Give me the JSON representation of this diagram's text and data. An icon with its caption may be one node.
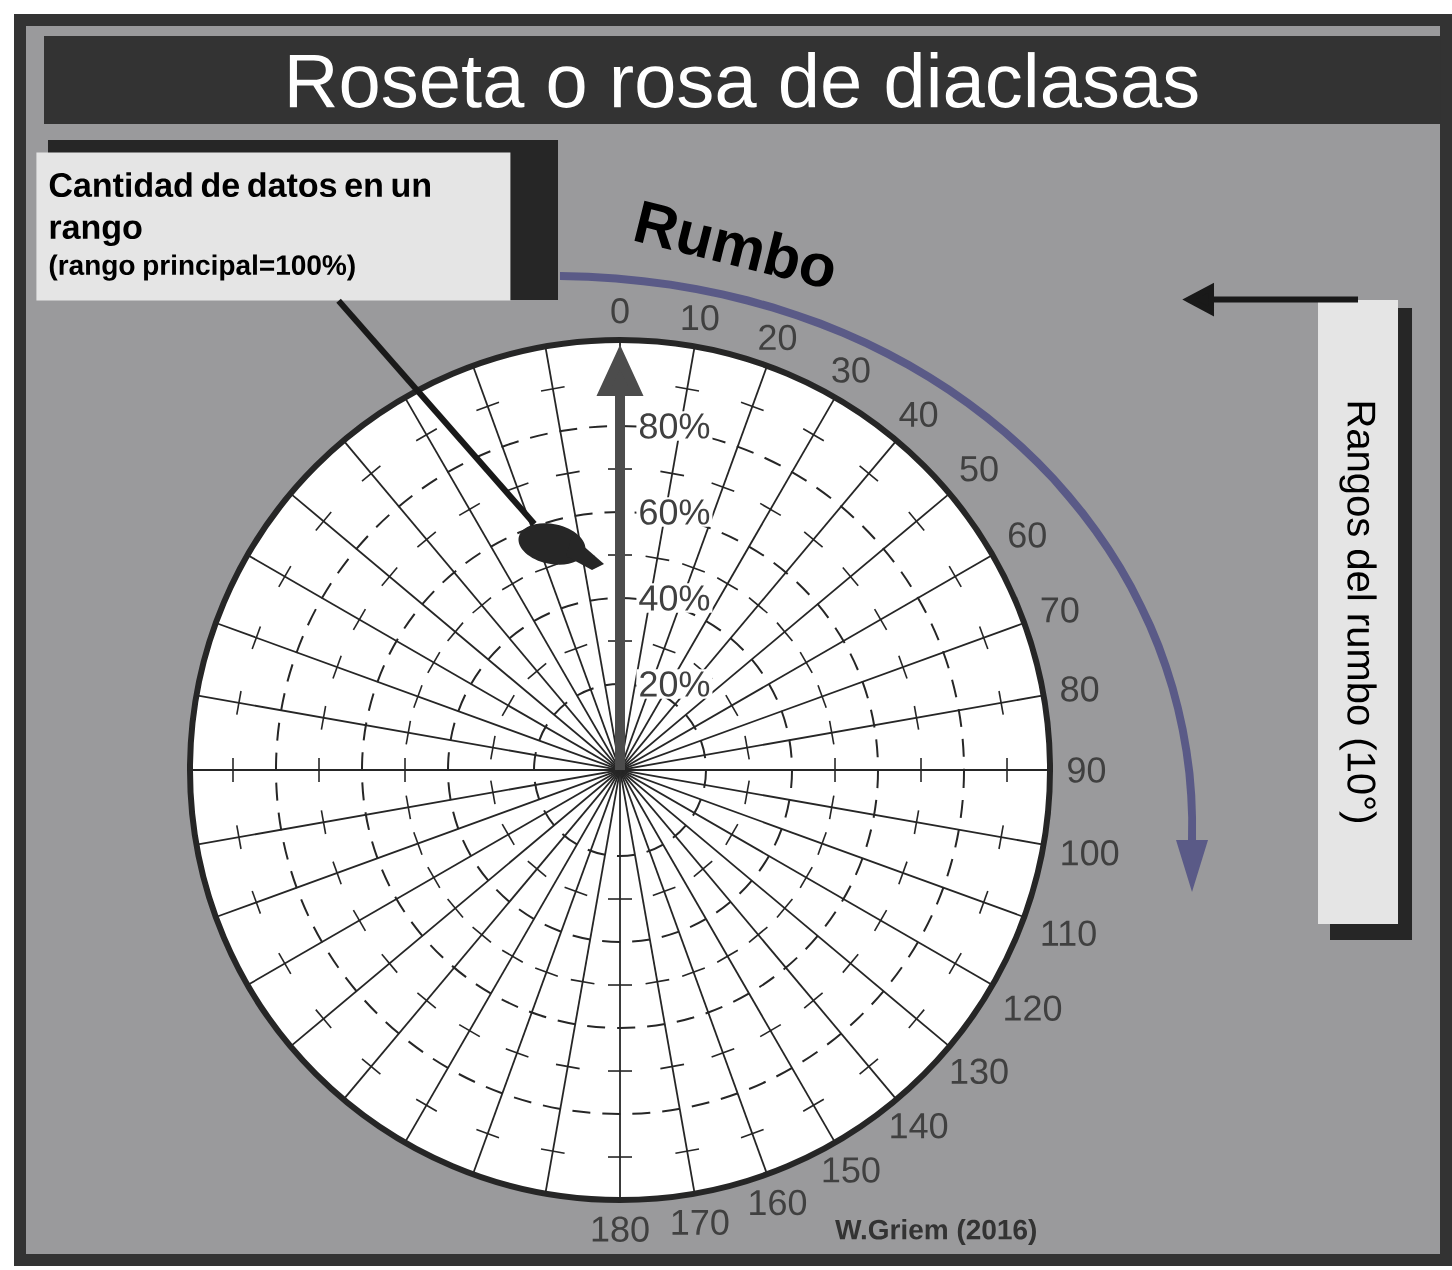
{
  "diagram": {
    "title": "Roseta o rosa de diaclasas",
    "nodes": [
      {
        "text": [
          "Cantidad de datos en un rango",
          "(rango principal=100%)"
        ]
      },
      {
        "text": [],
        "shape": "circle"
      },
      {
        "text": [
          "Rangos del rumbo (10°)"
        ]
      }
    ],
    "edges": [
      {
        "from": 0,
        "to": 1,
        "arrow": "none"
      },
      {
        "from": 2,
        "to": null,
        "arrow": "to"
      }
    ],
    "labels": [
      "Rumbo",
      "0",
      "10",
      "20",
      "30",
      "40",
      "50",
      "60",
      "70",
      "80",
      "90",
      "100",
      "110",
      "120",
      "130",
      "140",
      "150",
      "160",
      "170",
      "180",
      "80%",
      "60%",
      "40%",
      "20%",
      "W.Griem (2016)"
    ]
  }
}
